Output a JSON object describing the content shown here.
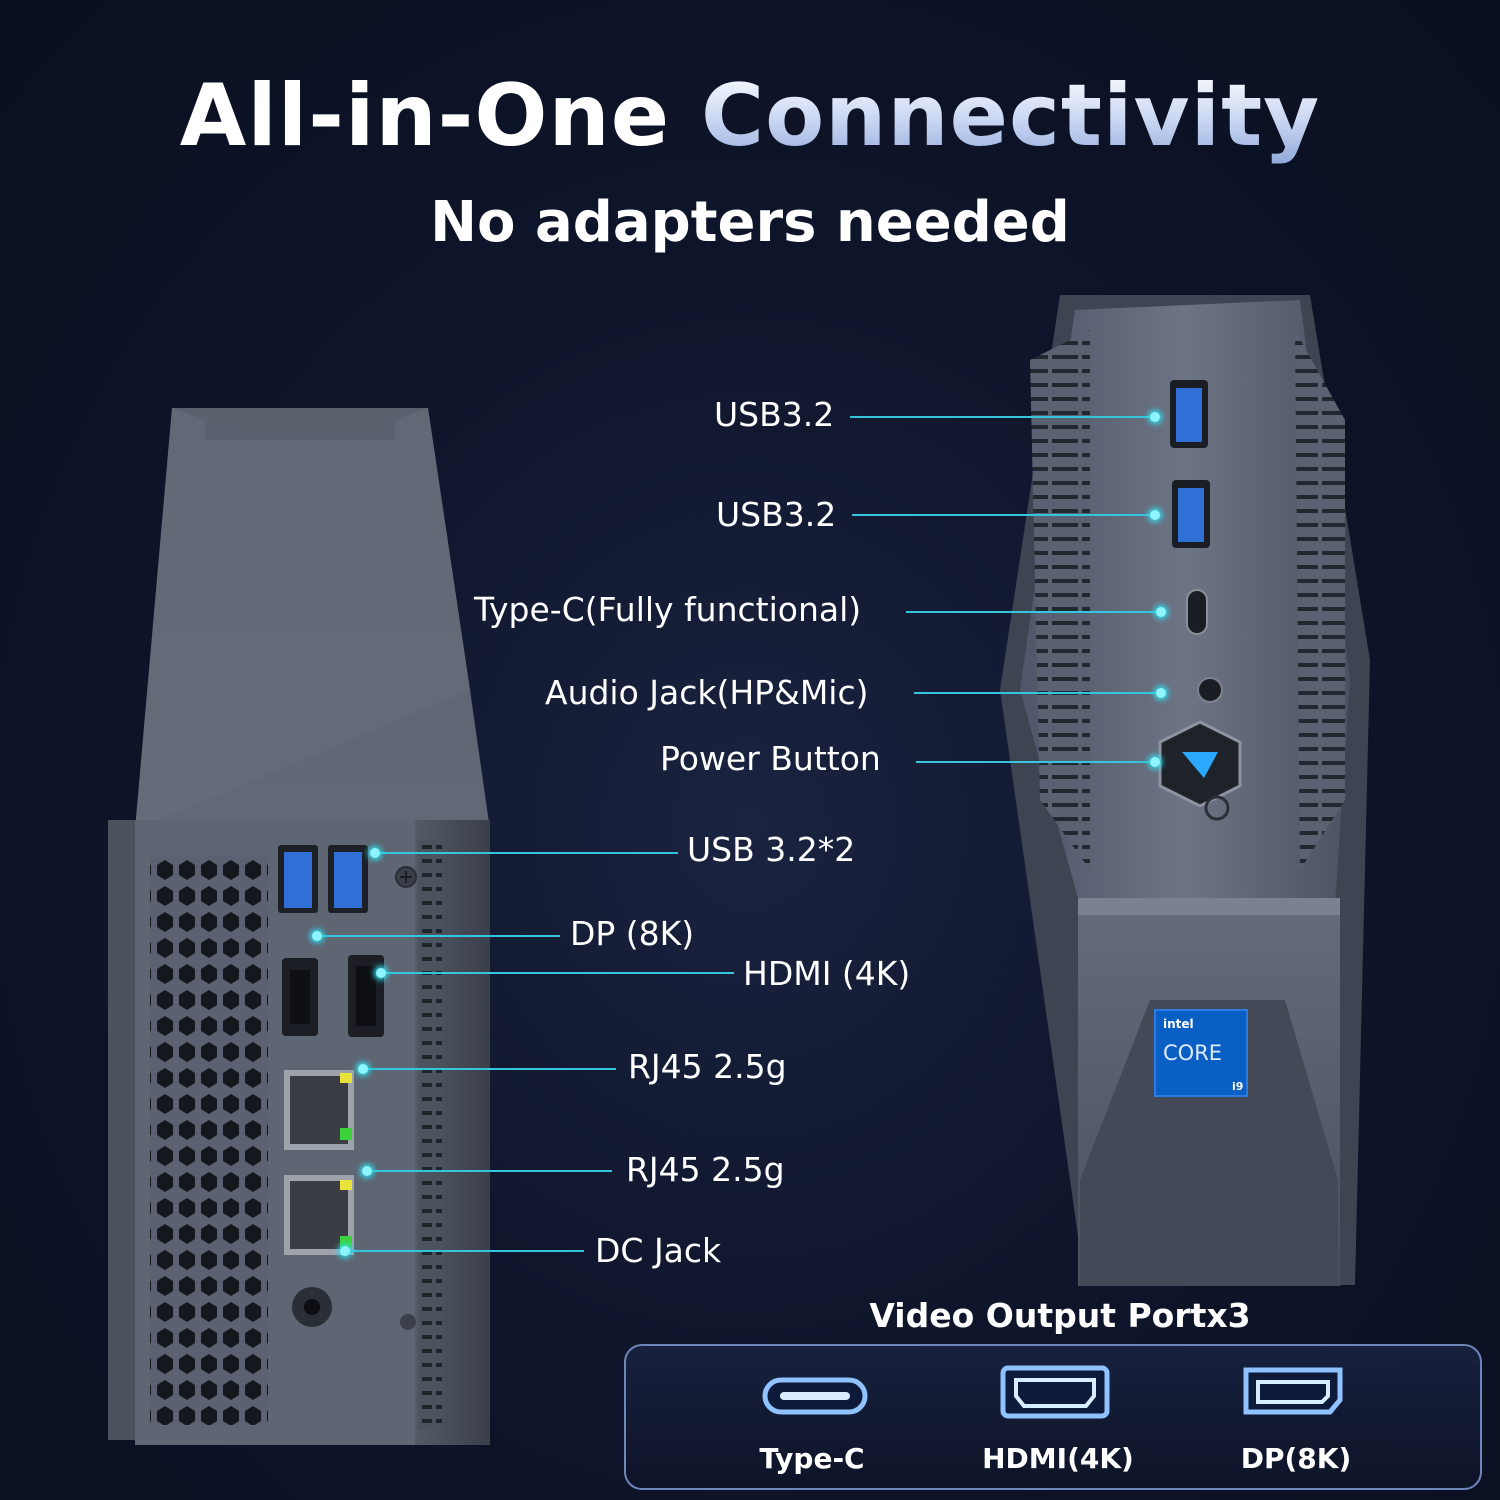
{
  "header": {
    "title_part1": "All-in-One",
    "title_part2": "Connectivity",
    "subtitle": "No adapters needed"
  },
  "front_ports": [
    {
      "label": "USB3.2"
    },
    {
      "label": "USB3.2"
    },
    {
      "label": "Type-C(Fully functional)"
    },
    {
      "label": "Audio Jack(HP&Mic)"
    },
    {
      "label": "Power Button"
    }
  ],
  "rear_ports": [
    {
      "label": "USB 3.2*2"
    },
    {
      "label": "DP (8K)"
    },
    {
      "label": "HDMI (4K)"
    },
    {
      "label": "RJ45 2.5g"
    },
    {
      "label": "RJ45 2.5g"
    },
    {
      "label": "DC Jack"
    }
  ],
  "badge": {
    "brand": "intel",
    "product": "CORE",
    "tier": "i9"
  },
  "video_output": {
    "title": "Video Output Portx3",
    "ports": [
      {
        "label": "Type-C",
        "icon": "type-c-port-icon"
      },
      {
        "label": "HDMI(4K)",
        "icon": "hdmi-port-icon"
      },
      {
        "label": "DP(8K)",
        "icon": "displayport-icon"
      }
    ]
  },
  "colors": {
    "background": "#0f152b",
    "accent_line": "#33c6dc",
    "device_body": "#5c6372",
    "usb_blue": "#2f6fd6",
    "led_green": "#3bd23b",
    "led_yellow": "#e8e23a"
  }
}
